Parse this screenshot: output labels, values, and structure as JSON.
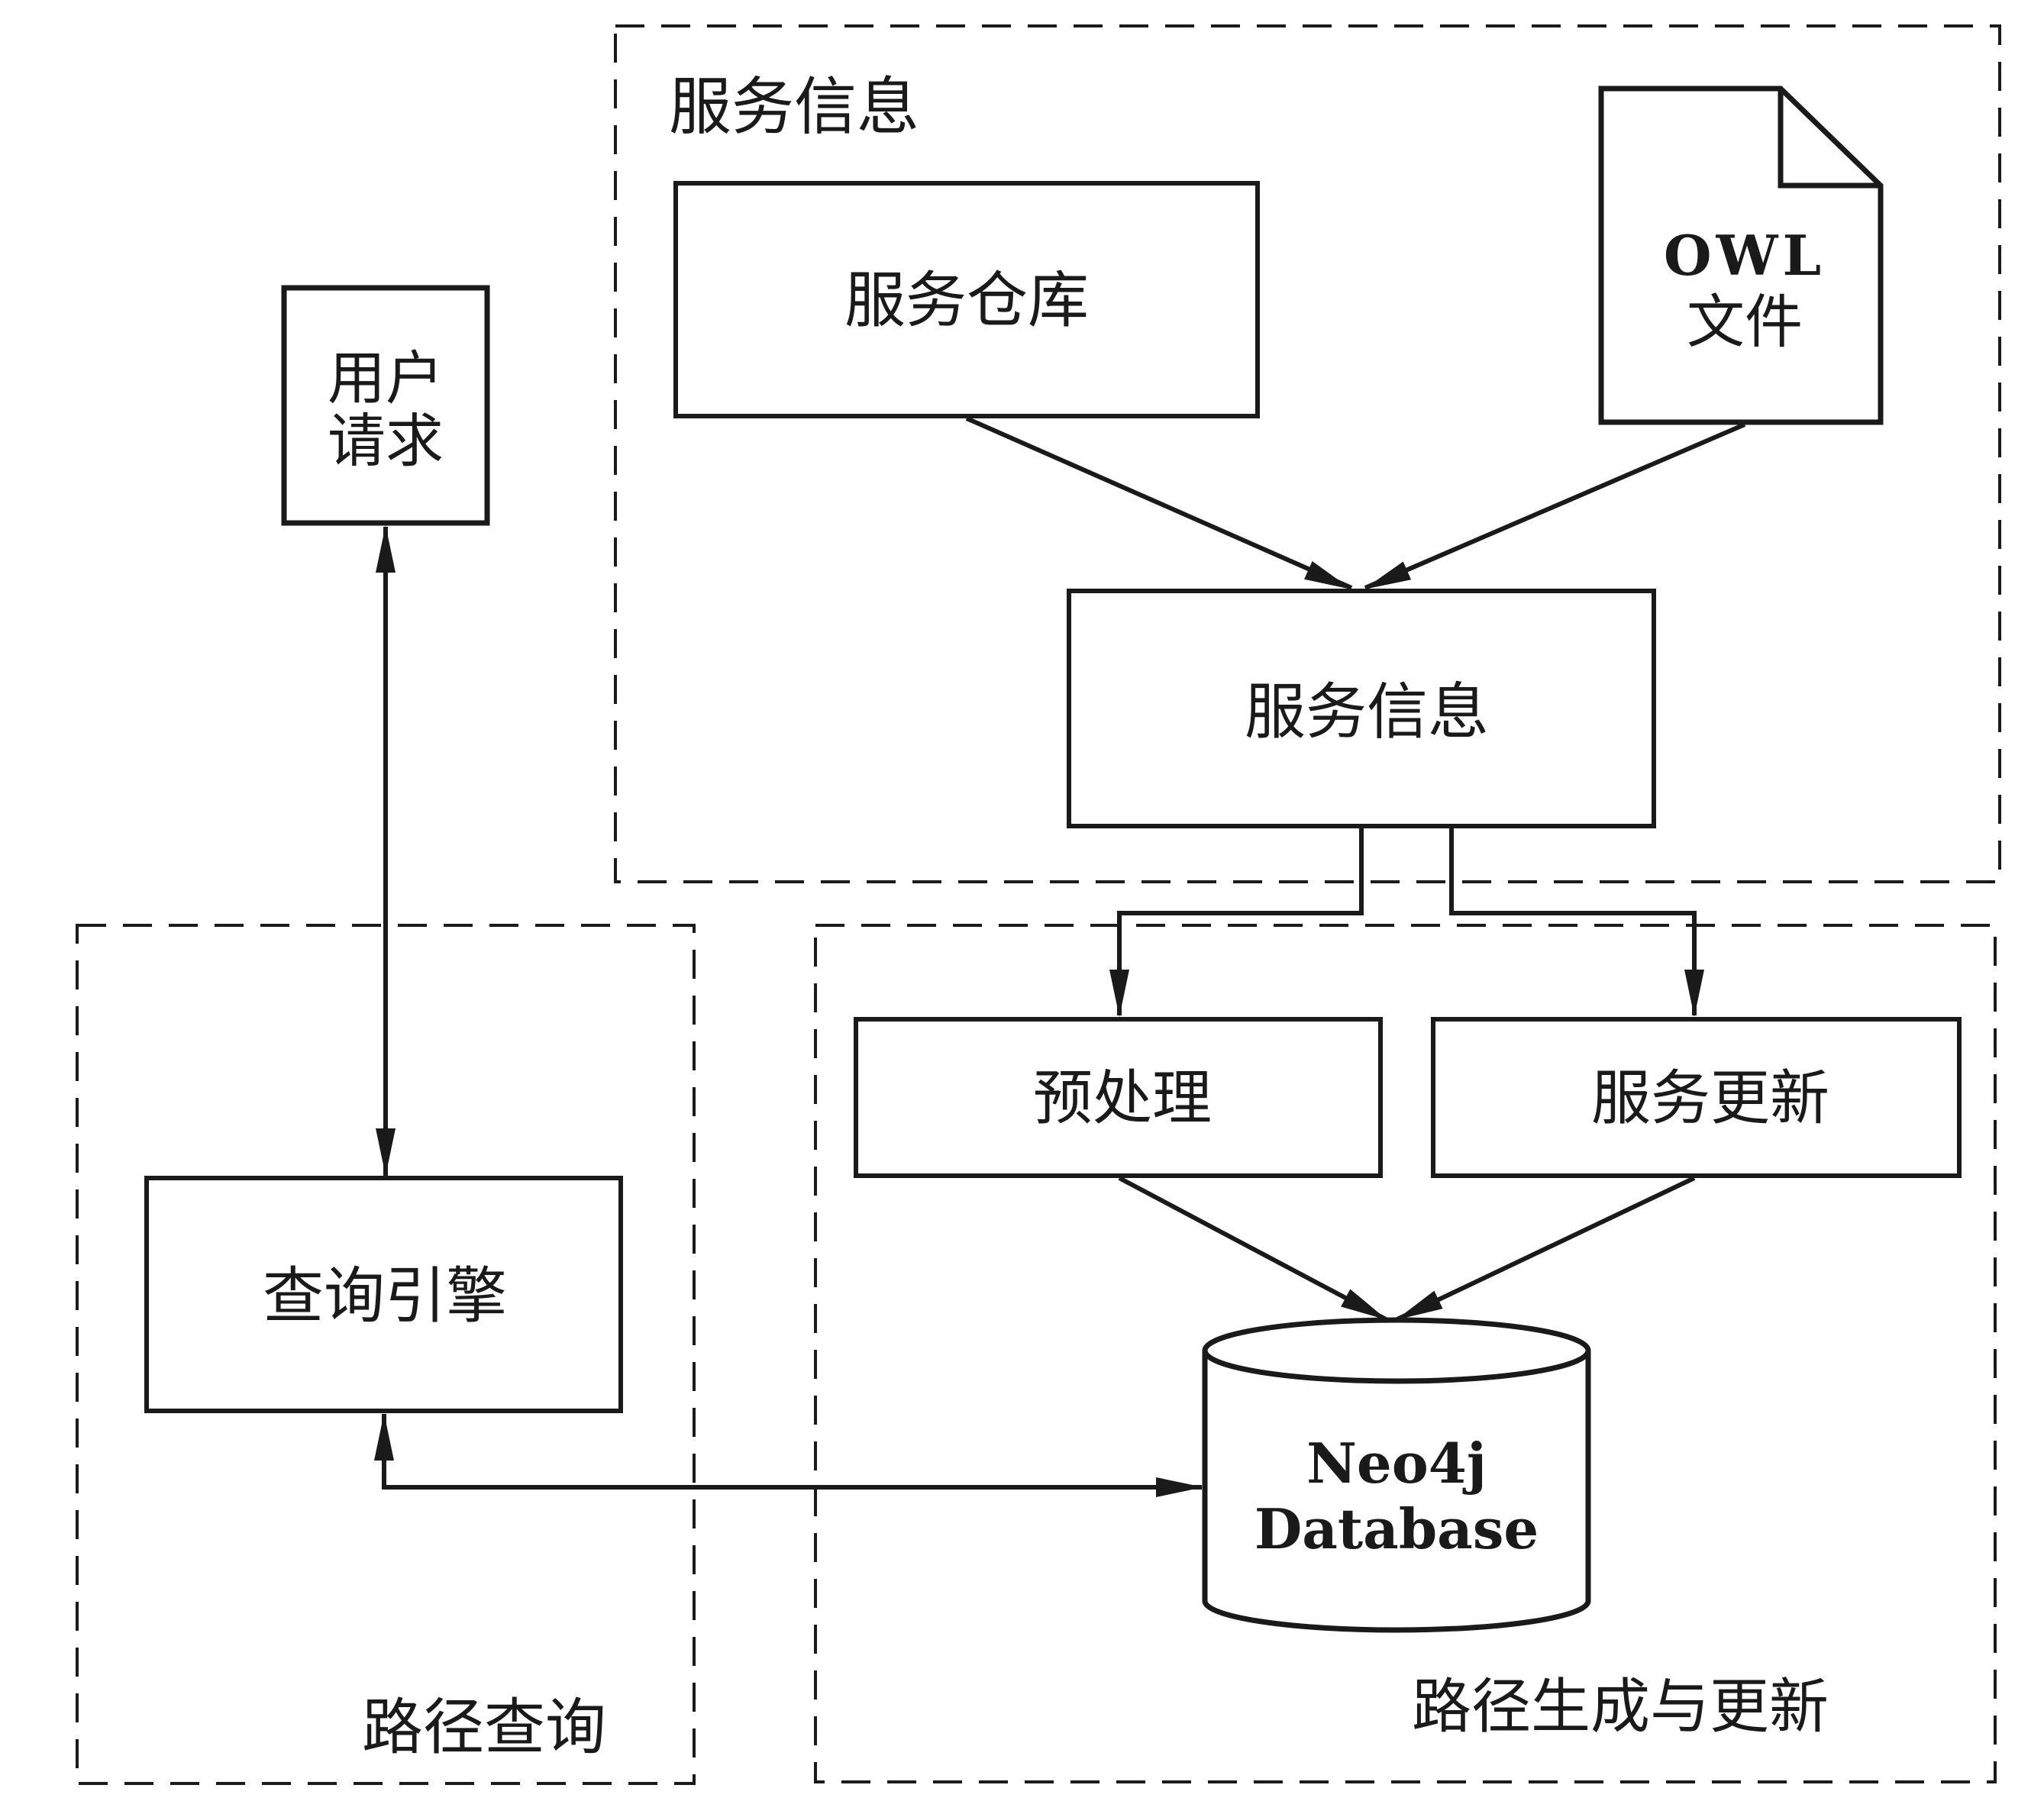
{
  "diagram": {
    "groups": {
      "service_info": {
        "title": "服务信息"
      },
      "path_query": {
        "title": "路径查询"
      },
      "path_gen": {
        "title": "路径生成与更新"
      }
    },
    "nodes": {
      "user_request": {
        "line1": "用户",
        "line2": "请求"
      },
      "service_repo": {
        "label": "服务仓库"
      },
      "owl_file": {
        "line1": "OWL",
        "line2": "文件"
      },
      "service_info": {
        "label": "服务信息"
      },
      "query_engine": {
        "label": "查询引擎"
      },
      "preprocess": {
        "label": "预处理"
      },
      "service_update": {
        "label": "服务更新"
      },
      "neo4j": {
        "line1": "Neo4j",
        "line2": "Database"
      }
    },
    "edges": [
      {
        "from": "服务仓库",
        "to": "服务信息"
      },
      {
        "from": "OWL文件",
        "to": "服务信息"
      },
      {
        "from": "服务信息",
        "to": "预处理"
      },
      {
        "from": "服务信息",
        "to": "服务更新"
      },
      {
        "from": "预处理",
        "to": "Neo4j Database"
      },
      {
        "from": "服务更新",
        "to": "Neo4j Database"
      },
      {
        "from": "用户请求",
        "to": "查询引擎",
        "bidirectional": true
      },
      {
        "from": "查询引擎",
        "to": "Neo4j Database",
        "bidirectional": true
      }
    ],
    "colors": {
      "stroke": "#1a1a1a",
      "background": "#ffffff"
    }
  }
}
